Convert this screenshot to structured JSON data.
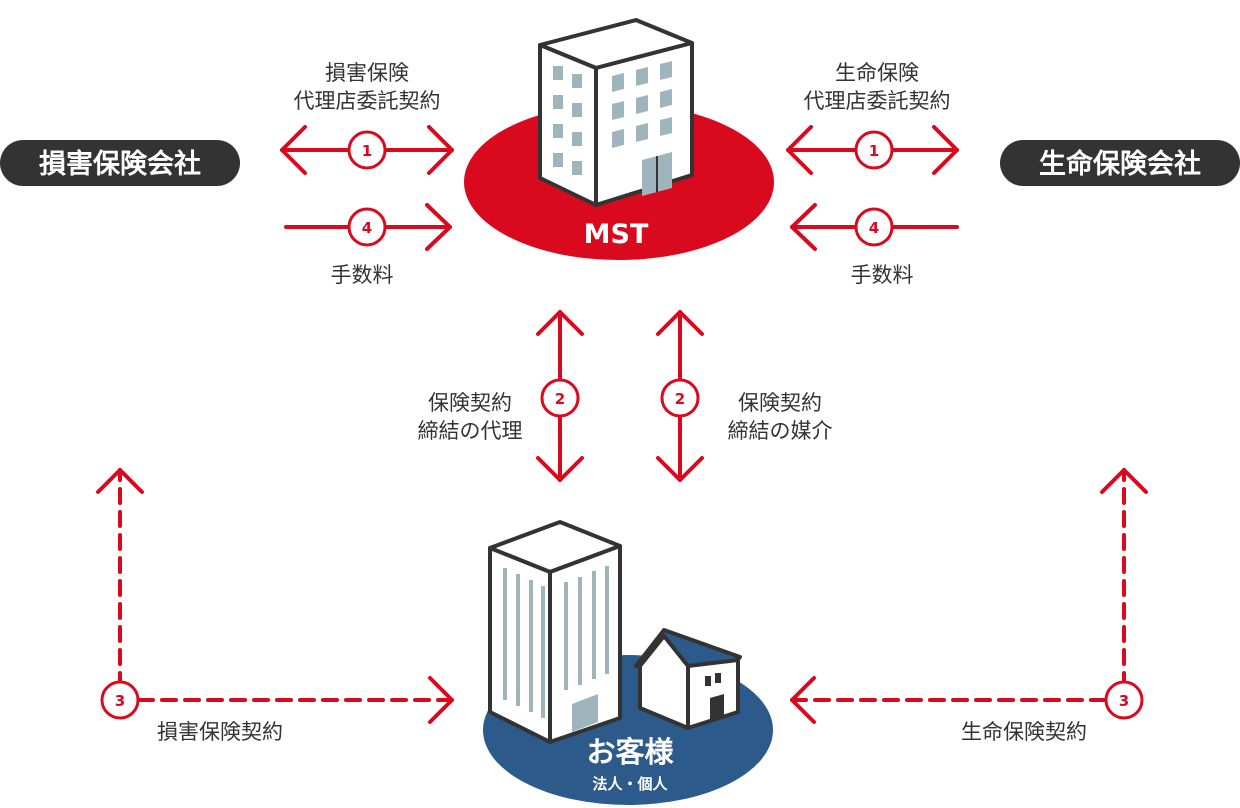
{
  "colors": {
    "red": "#d90a1e",
    "navy": "#2c5a8a",
    "dark": "#333333",
    "window": "#9fb5bd"
  },
  "companies": {
    "left": "損害保険会社",
    "right": "生命保険会社"
  },
  "hub": {
    "label": "MST"
  },
  "customer": {
    "label": "お客様",
    "sublabel": "法人・個人"
  },
  "flows": {
    "left_top": {
      "line1": "損害保険",
      "line2": "代理店委託契約",
      "number": "1"
    },
    "left_bottom": {
      "label": "手数料",
      "number": "4"
    },
    "right_top": {
      "line1": "生命保険",
      "line2": "代理店委託契約",
      "number": "1"
    },
    "right_bottom": {
      "label": "手数料",
      "number": "4"
    },
    "center_left": {
      "line1": "保険契約",
      "line2": "締結の代理",
      "number": "2"
    },
    "center_right": {
      "line1": "保険契約",
      "line2": "締結の媒介",
      "number": "2"
    },
    "bottom_left": {
      "label": "損害保険契約",
      "number": "3"
    },
    "bottom_right": {
      "label": "生命保険契約",
      "number": "3"
    }
  }
}
